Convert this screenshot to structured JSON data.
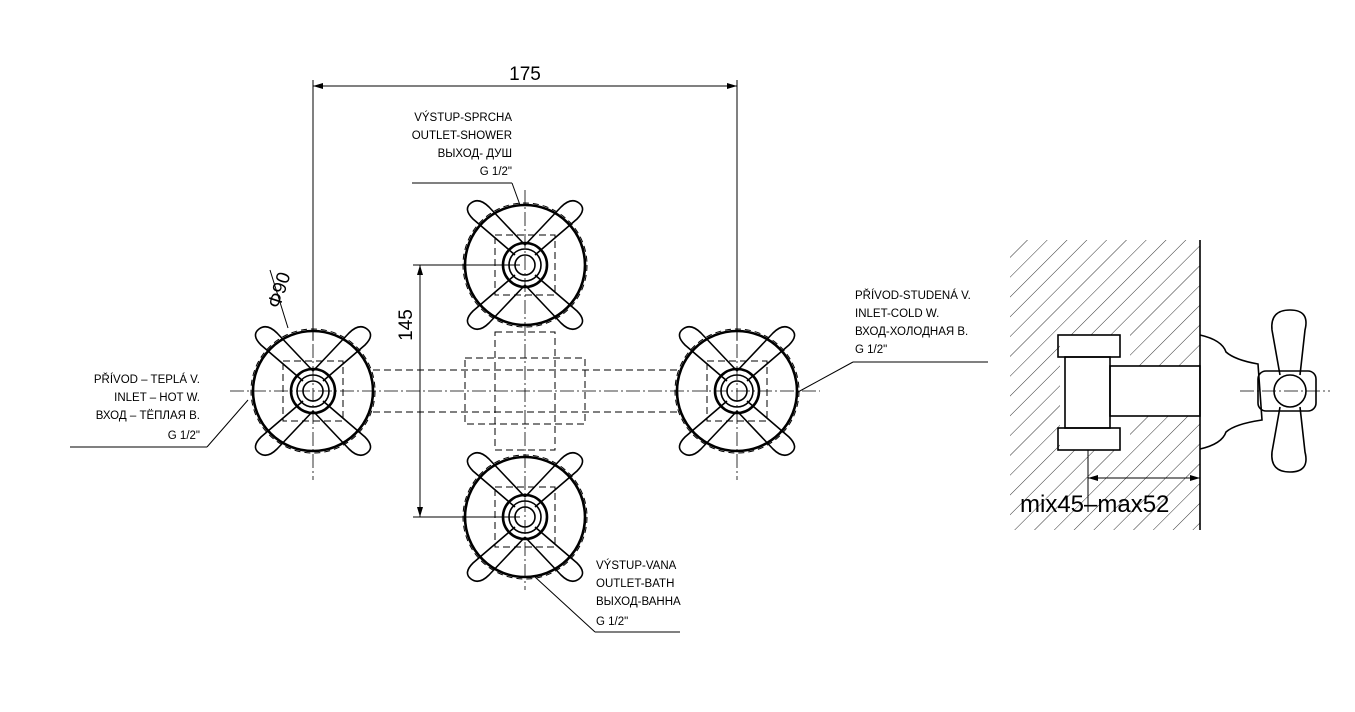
{
  "dimensions": {
    "width_label": "175",
    "height_label": "145",
    "diameter_label": "Φ90",
    "depth_label": "mix45–max52"
  },
  "callouts": {
    "top": [
      "VÝSTUP-SPRCHA",
      "OUTLET-SHOWER",
      "ВЫХОД- ДУШ",
      "G 1/2\""
    ],
    "left": [
      "PŘÍVOD – TEPLÁ V.",
      "INLET – HOT W.",
      "ВХОД – ТЁПЛАЯ В.",
      "G 1/2\""
    ],
    "right": [
      "PŘÍVOD-STUDENÁ V.",
      "INLET-COLD W.",
      "ВХОД-ХОЛОДНАЯ В.",
      "G 1/2\""
    ],
    "bottom": [
      "VÝSTUP-VANA",
      "OUTLET-BATH",
      "ВЫХОД-ВАННА",
      "G 1/2\""
    ]
  },
  "icons": {
    "valve_handle": "cross-handle-valve-icon",
    "wall_hatch": "wall-hatch-pattern"
  }
}
